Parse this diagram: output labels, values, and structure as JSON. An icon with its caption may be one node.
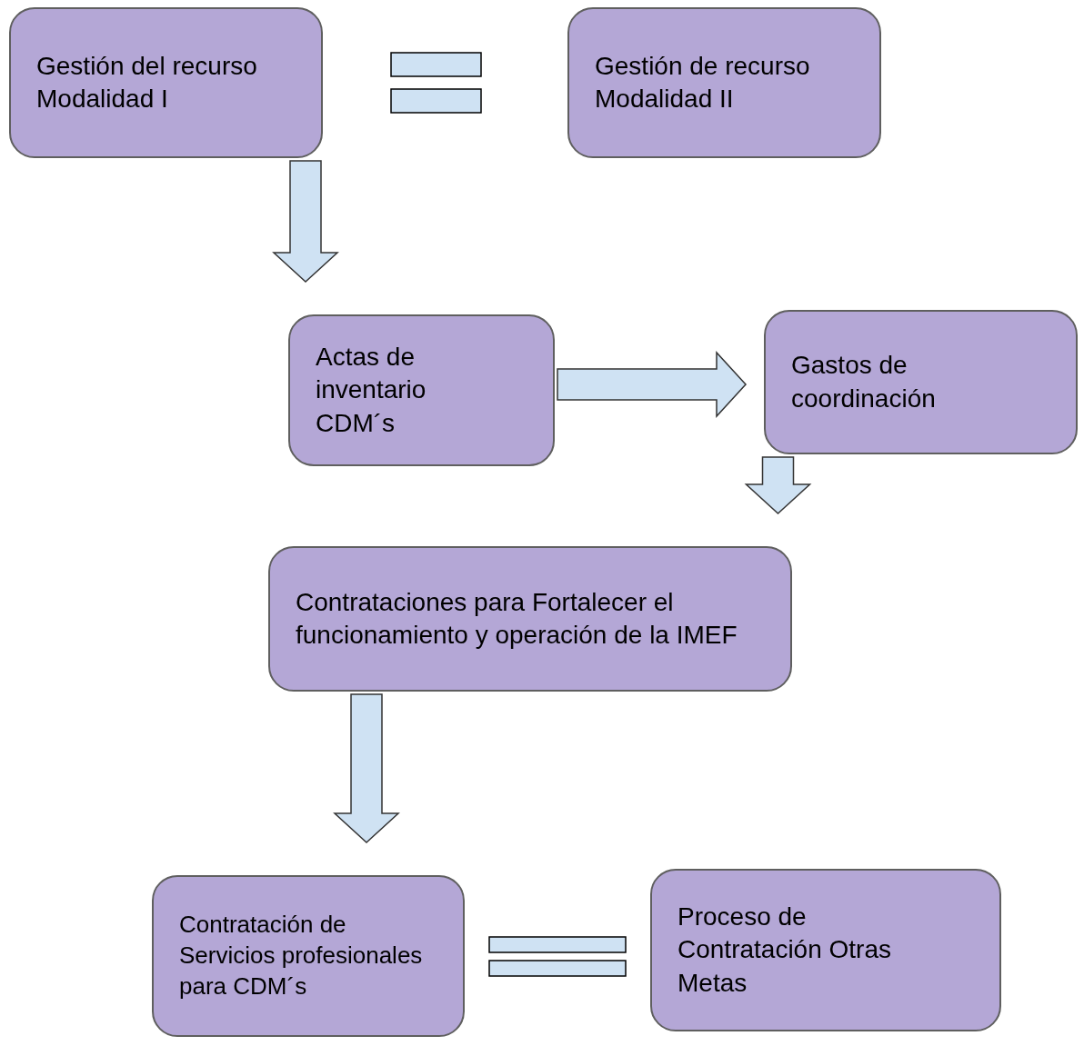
{
  "diagram": {
    "nodes": [
      {
        "text": [
          "Gestión del recurso Modalidad I"
        ]
      },
      {
        "text": [
          "Gestión de recurso Modalidad II"
        ]
      },
      {
        "text": [
          "Actas de inventario CDM´s"
        ]
      },
      {
        "text": [
          "Gastos de coordinación"
        ]
      },
      {
        "text": [
          "Contrataciones para Fortalecer el funcionamiento y operación de la IMEF"
        ]
      },
      {
        "text": [
          "Contratación de Servicios profesionales para CDM´s"
        ]
      },
      {
        "text": [
          "Proceso de Contratación Otras Metas"
        ]
      }
    ],
    "edges": [
      {
        "from": 0,
        "to": 2,
        "arrow": "to"
      },
      {
        "from": 2,
        "to": 3,
        "arrow": "to"
      },
      {
        "from": 3,
        "to": 4,
        "arrow": "to"
      },
      {
        "from": 4,
        "to": 5,
        "arrow": "to"
      }
    ]
  }
}
